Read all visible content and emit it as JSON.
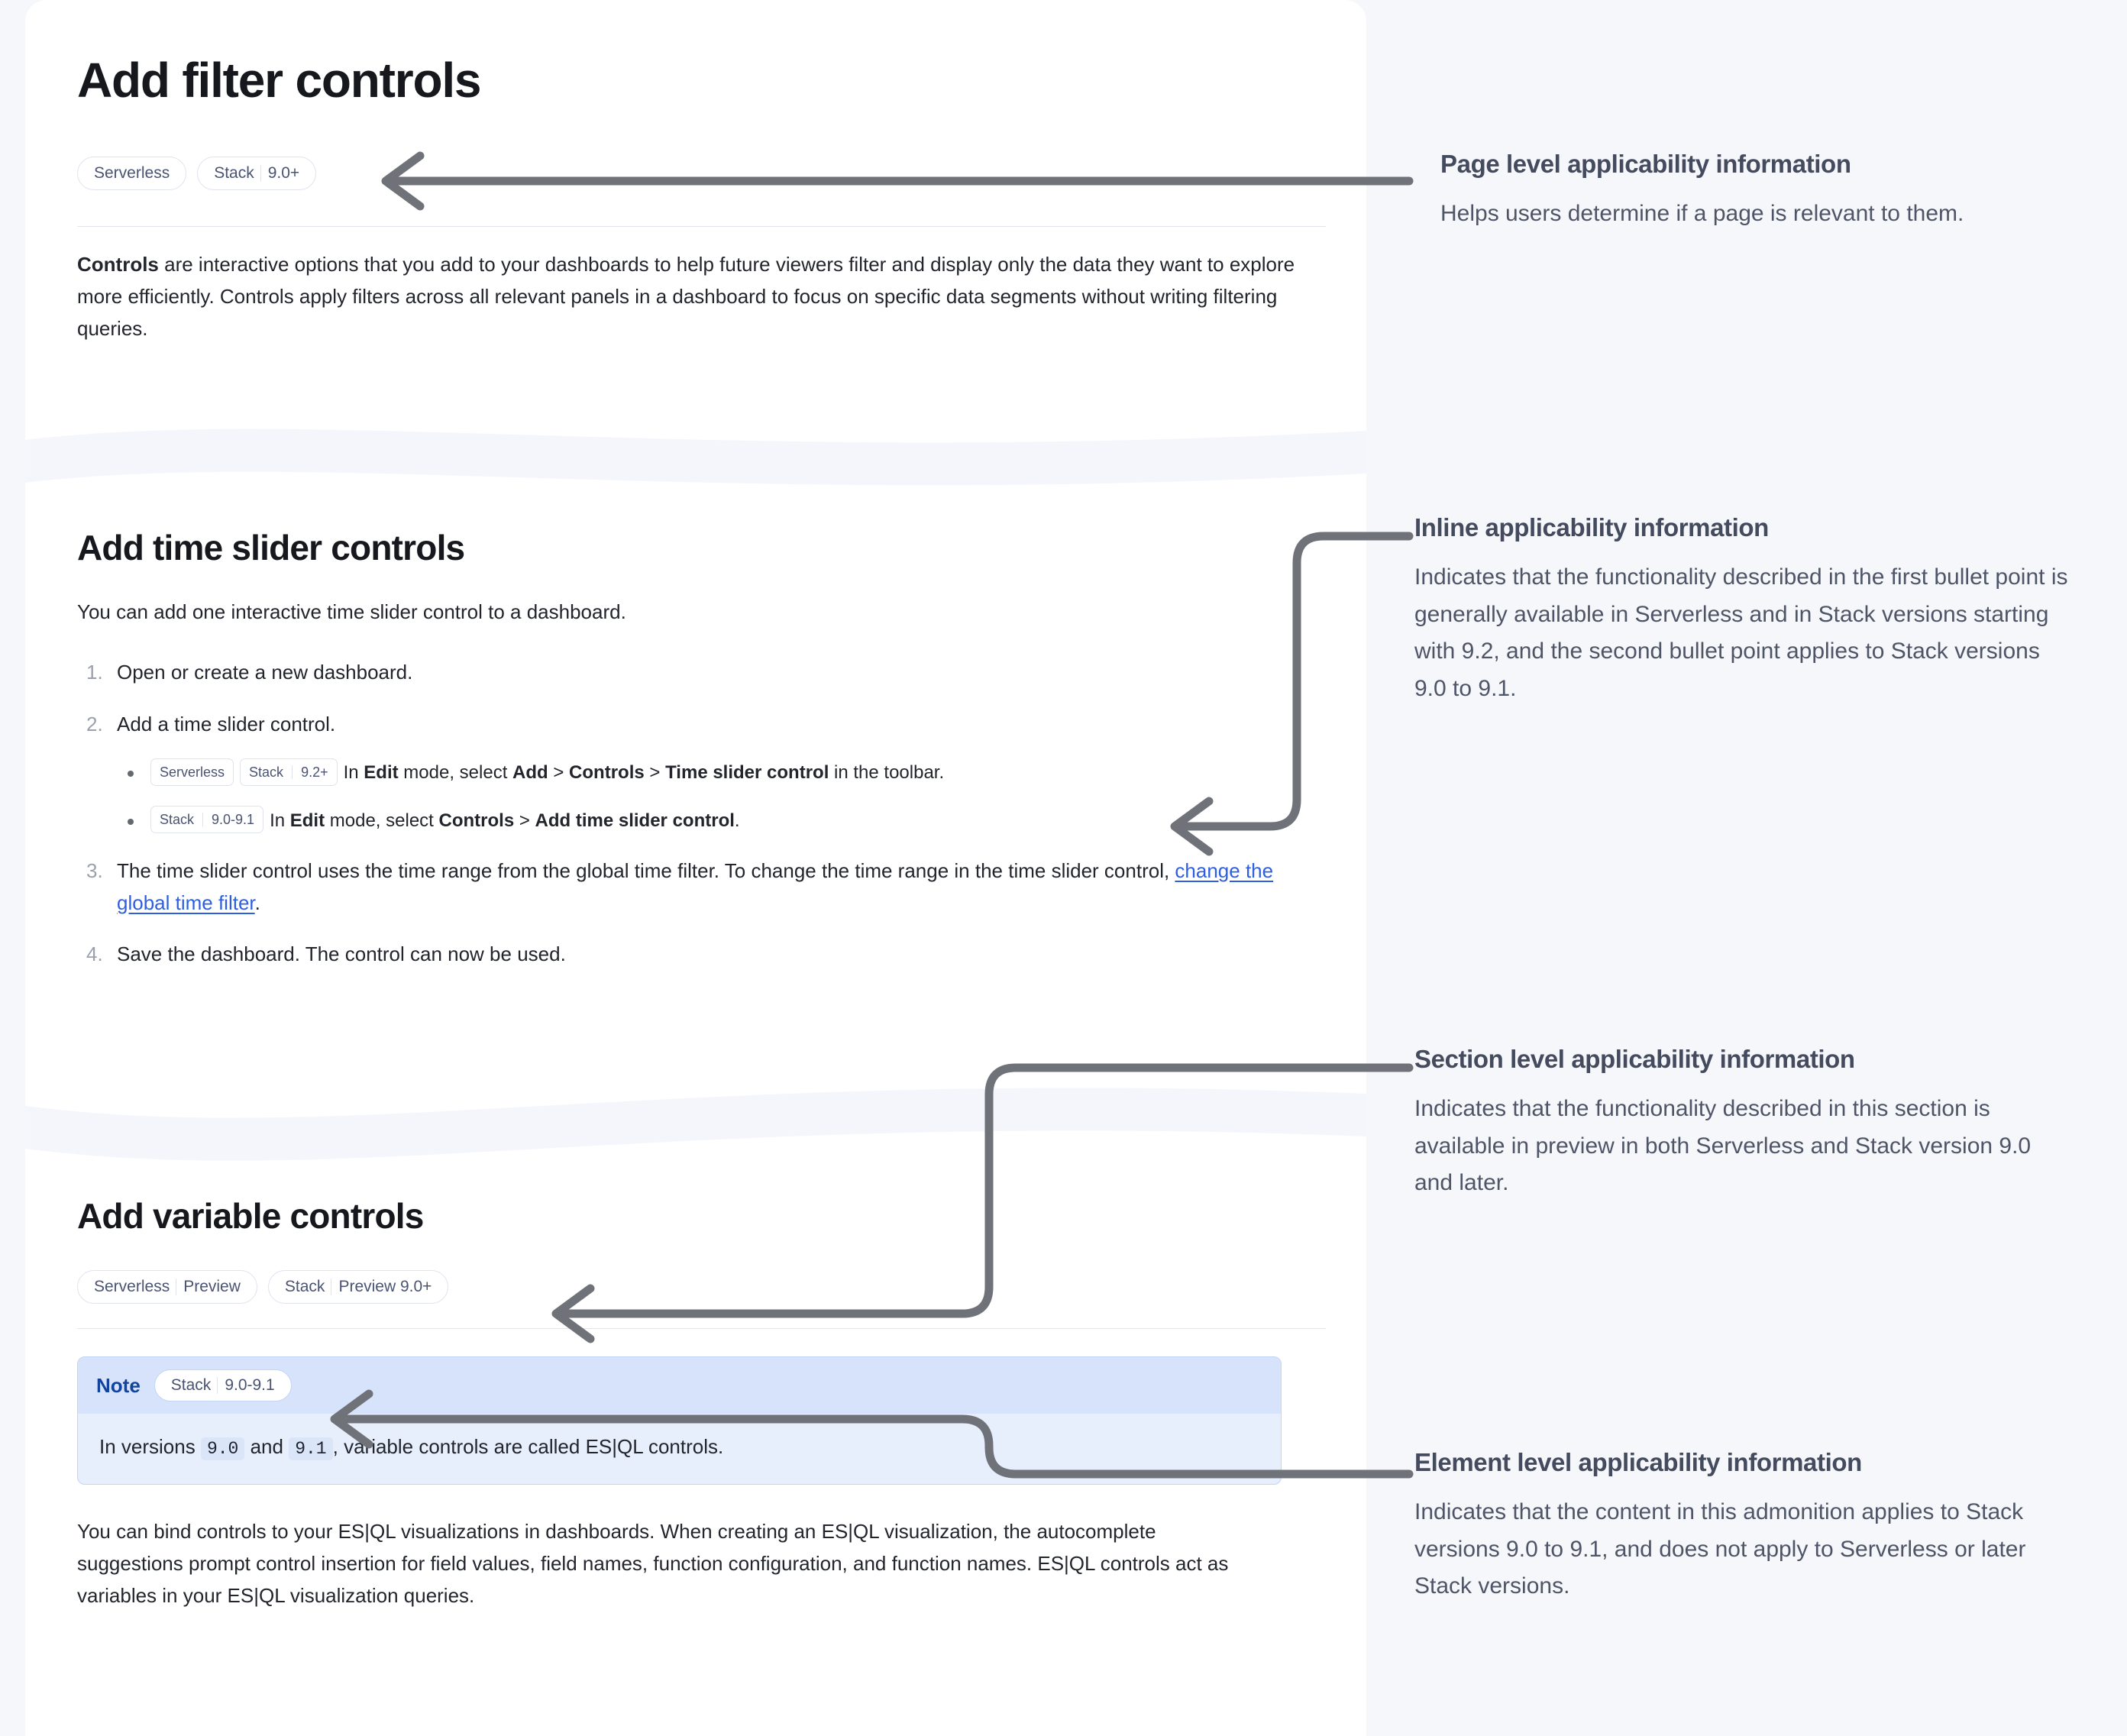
{
  "document": {
    "page_title": "Add filter controls",
    "page_badges": [
      {
        "name": "Serverless"
      },
      {
        "name": "Stack",
        "version": "9.0+"
      }
    ],
    "intro": {
      "lead": "Controls",
      "rest": " are interactive options that you add to your dashboards to help future viewers filter and display only the data they want to explore more efficiently. Controls apply filters across all relevant panels in a dashboard to focus on specific data segments without writing filtering queries."
    },
    "section_time_slider": {
      "heading": "Add time slider controls",
      "intro": "You can add one interactive time slider control to a dashboard.",
      "steps": [
        {
          "text": "Open or create a new dashboard."
        },
        {
          "text": "Add a time slider control."
        },
        {
          "text_a": "The time slider control uses the time range from the global time filter. To change the time range in the time slider control, ",
          "link": "change the global time filter",
          "text_b": "."
        },
        {
          "text": "Save the dashboard. The control can now be used."
        }
      ],
      "bullets": [
        {
          "badges": [
            {
              "name": "Serverless"
            },
            {
              "name": "Stack",
              "version": "9.2+"
            }
          ],
          "parts": [
            {
              "t": "In ",
              "b": false
            },
            {
              "t": "Edit",
              "b": true
            },
            {
              "t": " mode, select ",
              "b": false
            },
            {
              "t": "Add",
              "b": true
            },
            {
              "t": " > ",
              "b": false
            },
            {
              "t": "Controls",
              "b": true
            },
            {
              "t": " > ",
              "b": false
            },
            {
              "t": "Time slider control",
              "b": true
            },
            {
              "t": " in the toolbar.",
              "b": false
            }
          ]
        },
        {
          "badges": [
            {
              "name": "Stack",
              "version": "9.0-9.1"
            }
          ],
          "parts": [
            {
              "t": "In ",
              "b": false
            },
            {
              "t": "Edit",
              "b": true
            },
            {
              "t": " mode, select ",
              "b": false
            },
            {
              "t": "Controls",
              "b": true
            },
            {
              "t": " > ",
              "b": false
            },
            {
              "t": "Add time slider control",
              "b": true
            },
            {
              "t": ".",
              "b": false
            }
          ]
        }
      ]
    },
    "section_variable": {
      "heading": "Add variable controls",
      "badges": [
        {
          "name": "Serverless",
          "version": "Preview"
        },
        {
          "name": "Stack",
          "version": "Preview 9.0+"
        }
      ],
      "note": {
        "label": "Note",
        "badge": {
          "name": "Stack",
          "version": "9.0-9.1"
        },
        "body_a": "In versions ",
        "code_1": "9.0",
        "body_b": " and ",
        "code_2": "9.1",
        "body_c": ", variable controls are called ES|QL controls."
      },
      "paragraph": "You can bind controls to your ES|QL visualizations in dashboards. When creating an ES|QL visualization, the autocomplete suggestions prompt control insertion for field values, field names, function configuration, and function names. ES|QL controls act as variables in your ES|QL visualization queries."
    }
  },
  "annotations": [
    {
      "id": "page-level",
      "title": "Page level applicability information",
      "body": "Helps users determine if a page is relevant to them."
    },
    {
      "id": "inline",
      "title": "Inline applicability information",
      "body": "Indicates that the functionality described in the first bullet point is generally available in Serverless and in Stack versions starting with 9.2, and the second bullet point applies to Stack versions 9.0 to 9.1."
    },
    {
      "id": "section-level",
      "title": "Section level applicability information",
      "body": "Indicates that the functionality described in this section is available in preview in both Serverless and Stack version 9.0 and later."
    },
    {
      "id": "element-level",
      "title": "Element level applicability information",
      "body": "Indicates that the content in this admonition applies to Stack versions 9.0 to 9.1, and does not apply to Serverless or later Stack versions."
    }
  ],
  "colors": {
    "page_background": "#f6f7fb",
    "card_background": "#ffffff",
    "connector": "#6f7278",
    "link": "#2f5fe0",
    "note_header": "#d6e3fa",
    "note_body": "#e7eefc",
    "note_label": "#12439e",
    "badge_text": "#4a5472",
    "annotation_title": "#444b5e",
    "annotation_body": "#4e5567"
  }
}
